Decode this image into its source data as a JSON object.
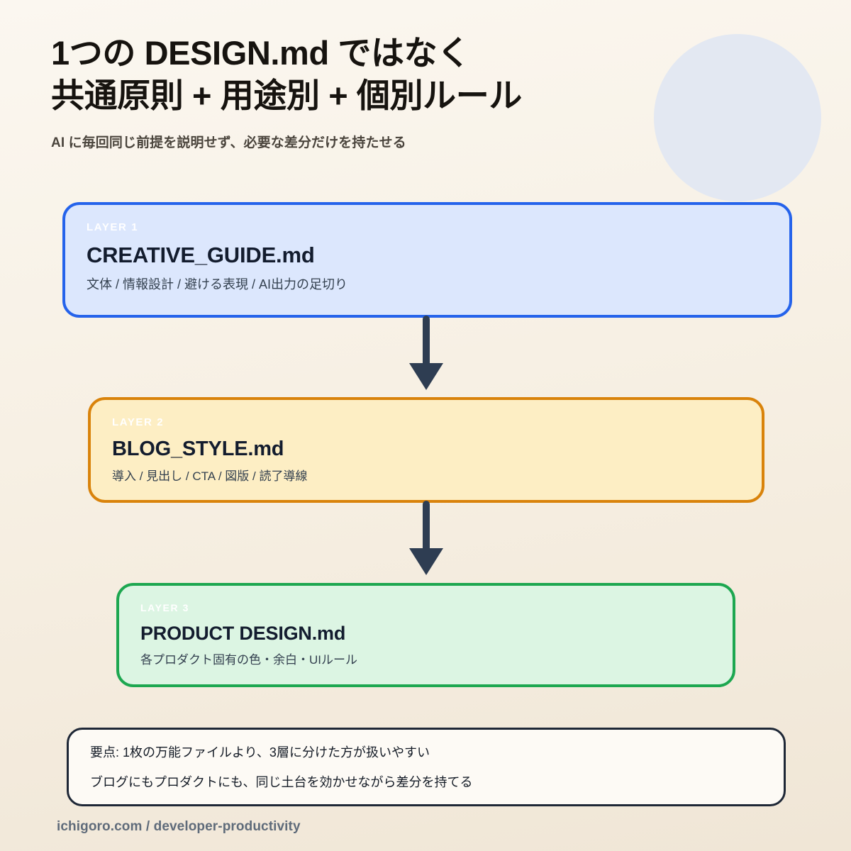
{
  "header": {
    "title_line_1": "1つの DESIGN.md ではなく",
    "title_line_2": "共通原則 + 用途別 + 個別ルール",
    "subtitle": "AI に毎回同じ前提を説明せず、必要な差分だけを持たせる"
  },
  "layers": [
    {
      "label": "LAYER 1",
      "title": "CREATIVE_GUIDE.md",
      "desc": "文体 / 情報設計 / 避ける表現 / AI出力の足切り",
      "border_color": "#2563eb",
      "fill_color": "#dce7fd"
    },
    {
      "label": "LAYER 2",
      "title": "BLOG_STYLE.md",
      "desc": "導入 / 見出し / CTA / 図版 / 読了導線",
      "border_color": "#d9830b",
      "fill_color": "#fdeec4"
    },
    {
      "label": "LAYER 3",
      "title": "PRODUCT DESIGN.md",
      "desc": "各プロダクト固有の色・余白・UIルール",
      "border_color": "#1da750",
      "fill_color": "#dcf5e3"
    }
  ],
  "arrows": {
    "color": "#2e3d52"
  },
  "summary": {
    "line_1": "要点: 1枚の万能ファイルより、3層に分けた方が扱いやすい",
    "line_2": "ブログにもプロダクトにも、同じ土台を効かせながら差分を持てる"
  },
  "footer": {
    "text": "ichigoro.com / developer-productivity"
  },
  "decoration": {
    "circle_color": "#e3e8f2"
  },
  "background": {
    "top_color": "#fbf7f0",
    "bottom_color": "#f0e6d6"
  }
}
